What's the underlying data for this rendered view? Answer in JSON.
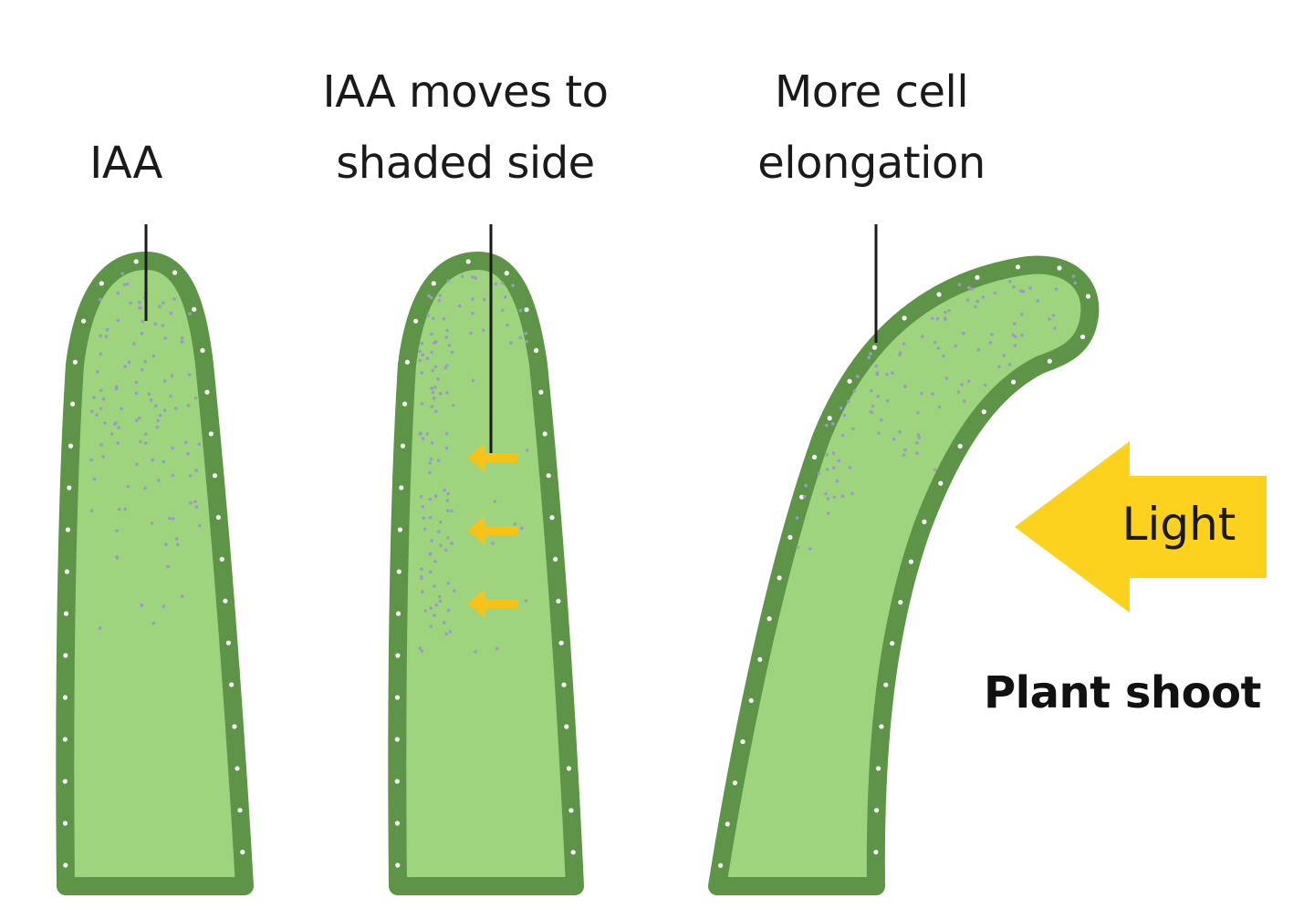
{
  "labels": {
    "iaa": "IAA",
    "moves_line1": "IAA moves to",
    "moves_line2": "shaded side",
    "elongation_line1": "More cell",
    "elongation_line2": "elongation",
    "light": "Light",
    "plant_shoot": "Plant shoot"
  },
  "colors": {
    "shoot_outline": "#5e9448",
    "shoot_fill": "#9fd47e",
    "auxin_dots": "#9a9ac8",
    "cell_wall_dots": "#ffffff",
    "light_arrow": "#fdd21f",
    "migration_arrows": "#f7c318",
    "leader_lines": "#1a1a1a"
  }
}
